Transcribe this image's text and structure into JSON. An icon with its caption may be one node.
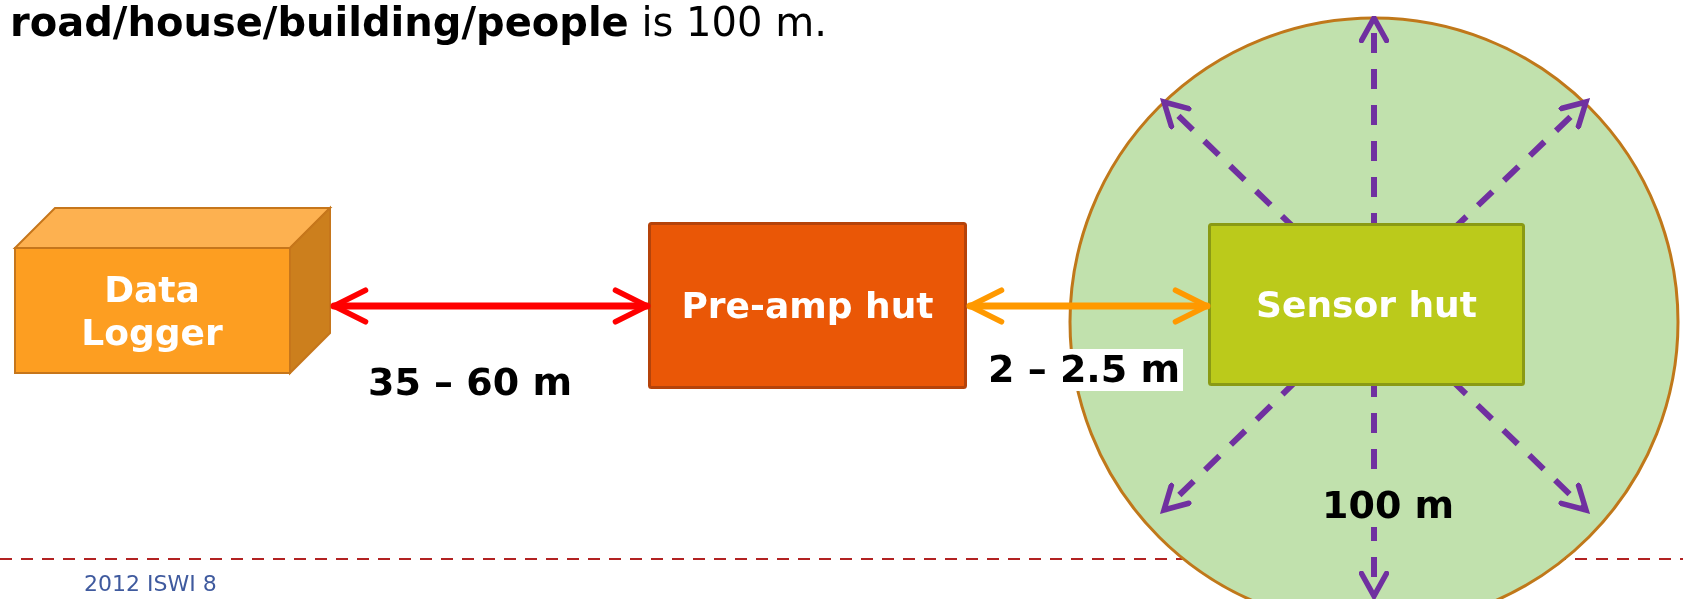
{
  "diagram": {
    "title": "**road/house/building/people** is 100 m.",
    "nodes": [
      {
        "text": [
          "Data Logger"
        ]
      },
      {
        "text": [
          "Pre-amp hut"
        ]
      },
      {
        "text": [],
        "shape": "circle"
      },
      {
        "text": [
          "Sensor hut"
        ],
        "in": 2
      }
    ],
    "edges": [
      {
        "from": 0,
        "to": 1,
        "arrow": "both",
        "label": "35 – 60 m",
        "color": "#ff0000"
      },
      {
        "from": 1,
        "to": 3,
        "arrow": "both",
        "label": "2 – 2.5 m",
        "color": "#ff9900"
      }
    ],
    "labels": [
      "100 m",
      "2012 ISWI 8"
    ]
  }
}
